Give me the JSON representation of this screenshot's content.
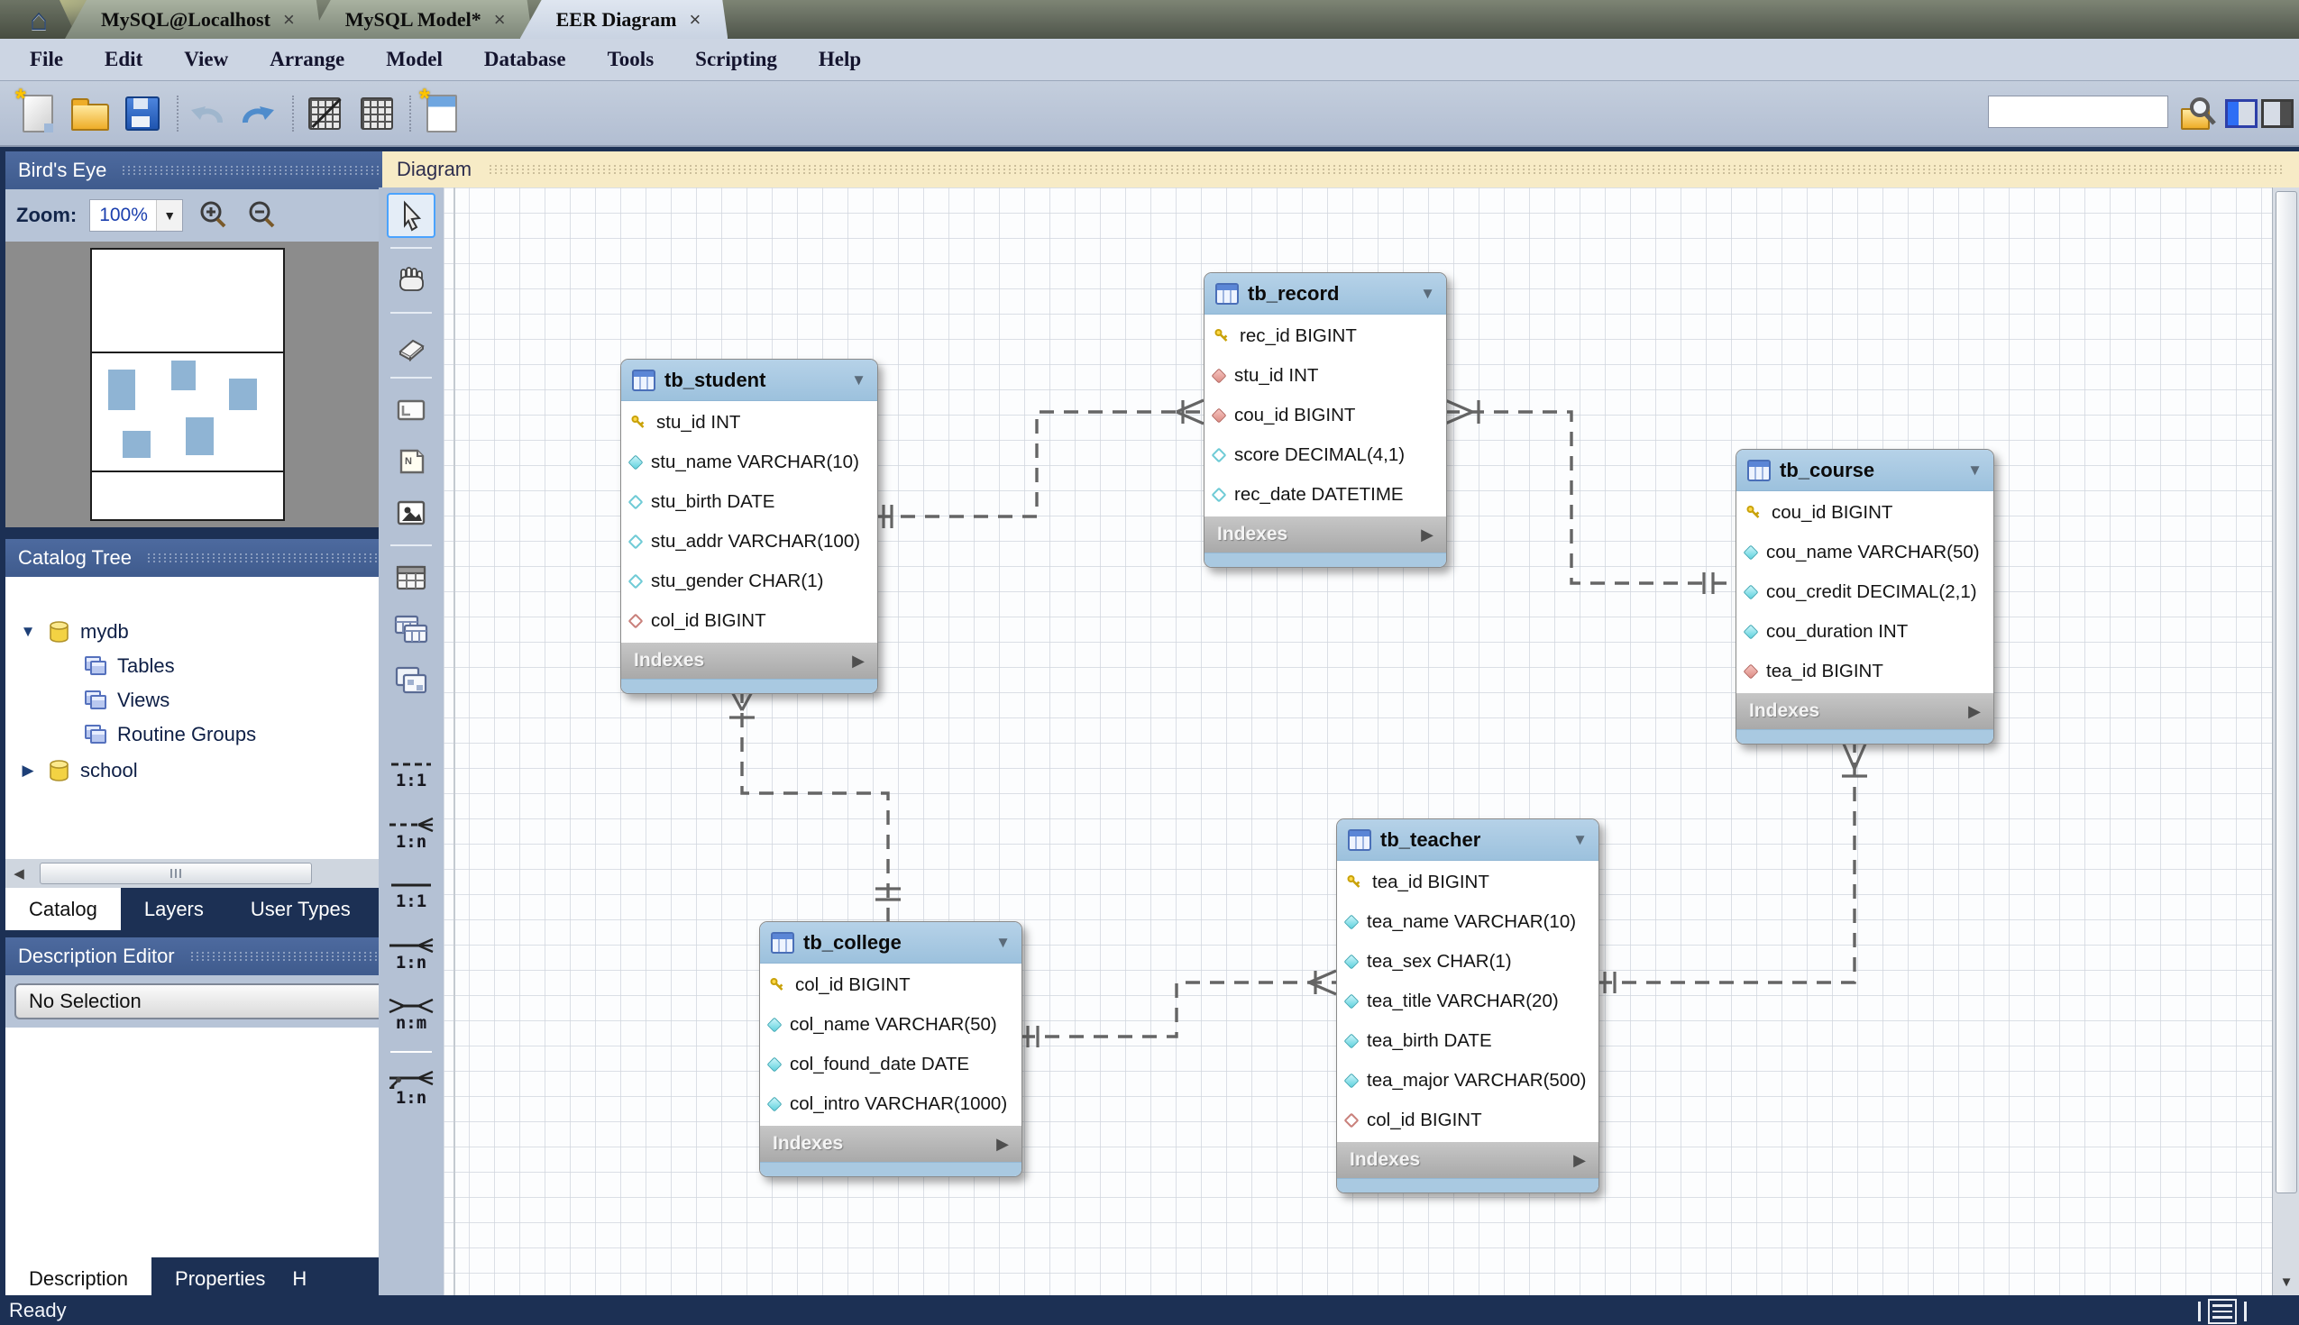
{
  "window": {
    "home_icon": "⌂",
    "tabs": [
      {
        "label": "MySQL@Localhost",
        "close": "×"
      },
      {
        "label": "MySQL Model*",
        "close": "×"
      },
      {
        "label": "EER Diagram",
        "close": "×"
      }
    ]
  },
  "menu": {
    "items": [
      "File",
      "Edit",
      "View",
      "Arrange",
      "Model",
      "Database",
      "Tools",
      "Scripting",
      "Help"
    ]
  },
  "toolbar": {
    "search_value": "",
    "icons": [
      "new-model-icon",
      "open-model-icon",
      "save-model-icon",
      "undo-icon",
      "redo-icon",
      "toggle-grid-off-icon",
      "grid-icon",
      "new-diagram-icon",
      "find-icon",
      "toggle-left-panel-icon",
      "toggle-right-panel-icon"
    ]
  },
  "sidebar": {
    "birds_eye": {
      "title": "Bird's Eye",
      "zoom_label": "Zoom:",
      "zoom_value": "100%"
    },
    "catalog_tree": {
      "title": "Catalog Tree",
      "schemas": [
        {
          "label": "mydb",
          "expanded": true,
          "children": [
            "Tables",
            "Views",
            "Routine Groups"
          ]
        },
        {
          "label": "school",
          "expanded": false,
          "children": []
        }
      ],
      "tabs": [
        "Catalog",
        "Layers",
        "User Types"
      ],
      "active_tab": "Catalog"
    },
    "description_editor": {
      "title": "Description Editor",
      "selection": "No Selection",
      "tabs": [
        "Description",
        "Properties",
        "H"
      ],
      "active_tab": "Description"
    }
  },
  "diagram": {
    "header": "Diagram",
    "palette": {
      "relations": [
        "1:1",
        "1:n",
        "1:1",
        "1:n",
        "n:m",
        "1:n"
      ]
    },
    "tables": {
      "student": {
        "title": "tb_student",
        "indexes": "Indexes",
        "collapse": "▼",
        "columns": [
          {
            "icon": "primary-key-icon",
            "text": "stu_id INT"
          },
          {
            "icon": "notnull-diamond-icon",
            "text": "stu_name VARCHAR(10)"
          },
          {
            "icon": "nullable-diamond-icon",
            "text": "stu_birth DATE"
          },
          {
            "icon": "nullable-diamond-icon",
            "text": "stu_addr VARCHAR(100)"
          },
          {
            "icon": "nullable-diamond-icon",
            "text": "stu_gender CHAR(1)"
          },
          {
            "icon": "fk-nullable-diamond-icon",
            "text": "col_id BIGINT"
          }
        ]
      },
      "record": {
        "title": "tb_record",
        "indexes": "Indexes",
        "collapse": "▼",
        "columns": [
          {
            "icon": "primary-key-icon",
            "text": "rec_id BIGINT"
          },
          {
            "icon": "fk-diamond-icon",
            "text": "stu_id INT"
          },
          {
            "icon": "fk-diamond-icon",
            "text": "cou_id BIGINT"
          },
          {
            "icon": "nullable-diamond-icon",
            "text": "score DECIMAL(4,1)"
          },
          {
            "icon": "nullable-diamond-icon",
            "text": "rec_date DATETIME"
          }
        ]
      },
      "course": {
        "title": "tb_course",
        "indexes": "Indexes",
        "collapse": "▼",
        "columns": [
          {
            "icon": "primary-key-icon",
            "text": "cou_id BIGINT"
          },
          {
            "icon": "notnull-diamond-icon",
            "text": "cou_name VARCHAR(50)"
          },
          {
            "icon": "notnull-diamond-icon",
            "text": "cou_credit DECIMAL(2,1)"
          },
          {
            "icon": "notnull-diamond-icon",
            "text": "cou_duration INT"
          },
          {
            "icon": "fk-diamond-icon",
            "text": "tea_id BIGINT"
          }
        ]
      },
      "college": {
        "title": "tb_college",
        "indexes": "Indexes",
        "collapse": "▼",
        "columns": [
          {
            "icon": "primary-key-icon",
            "text": "col_id BIGINT"
          },
          {
            "icon": "notnull-diamond-icon",
            "text": "col_name VARCHAR(50)"
          },
          {
            "icon": "notnull-diamond-icon",
            "text": "col_found_date DATE"
          },
          {
            "icon": "notnull-diamond-icon",
            "text": "col_intro VARCHAR(1000)"
          }
        ]
      },
      "teacher": {
        "title": "tb_teacher",
        "indexes": "Indexes",
        "collapse": "▼",
        "columns": [
          {
            "icon": "primary-key-icon",
            "text": "tea_id BIGINT"
          },
          {
            "icon": "notnull-diamond-icon",
            "text": "tea_name VARCHAR(10)"
          },
          {
            "icon": "notnull-diamond-icon",
            "text": "tea_sex CHAR(1)"
          },
          {
            "icon": "notnull-diamond-icon",
            "text": "tea_title VARCHAR(20)"
          },
          {
            "icon": "notnull-diamond-icon",
            "text": "tea_birth DATE"
          },
          {
            "icon": "notnull-diamond-icon",
            "text": "tea_major VARCHAR(500)"
          },
          {
            "icon": "fk-nullable-diamond-icon",
            "text": "col_id BIGINT"
          }
        ]
      }
    },
    "relationships": [
      {
        "one": "tb_college",
        "many": "tb_student",
        "cardinality": "1:n",
        "type": "non-identifying"
      },
      {
        "one": "tb_student",
        "many": "tb_record",
        "cardinality": "1:n",
        "type": "non-identifying"
      },
      {
        "one": "tb_course",
        "many": "tb_record",
        "cardinality": "1:n",
        "type": "non-identifying"
      },
      {
        "one": "tb_college",
        "many": "tb_teacher",
        "cardinality": "1:n",
        "type": "non-identifying"
      },
      {
        "one": "tb_teacher",
        "many": "tb_course",
        "cardinality": "1:n",
        "type": "non-identifying"
      }
    ]
  },
  "status_bar": {
    "text": "Ready"
  },
  "colors": {
    "diagram_header": "#f7ebc6",
    "table_header": "#a9c8e2",
    "sidebar_header": "#4a6795",
    "statusbar": "#1c3054",
    "selection": "#4aa3ff",
    "grid_line": "#d0d6dd"
  }
}
